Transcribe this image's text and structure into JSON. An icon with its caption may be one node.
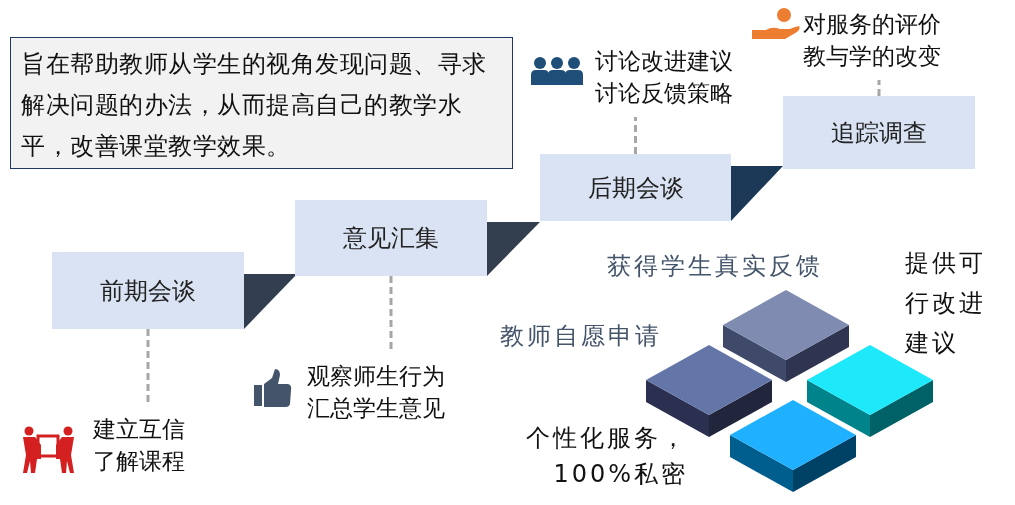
{
  "diagram": {
    "nodes": [
      {
        "text": [
          "旨在帮助教师从学生的视角发现问题、寻求解决问题的办法，从而提高自己的教学水平，改善课堂教学效果。"
        ]
      },
      {
        "text": [
          "前期会谈"
        ]
      },
      {
        "text": [
          "意见汇集"
        ]
      },
      {
        "text": [
          "后期会谈"
        ]
      },
      {
        "text": [
          "追踪调查"
        ]
      },
      {
        "text": [
          "建立互信",
          "了解课程"
        ]
      },
      {
        "text": [
          "观察师生行为",
          "汇总学生意见"
        ]
      },
      {
        "text": [
          "讨论改进建议",
          "讨论反馈策略"
        ]
      },
      {
        "text": [
          "对服务的评价",
          "教与学的改变"
        ]
      }
    ],
    "edges": [
      {
        "from": 1,
        "to": 5,
        "arrow": "none",
        "style": "dashed"
      },
      {
        "from": 2,
        "to": 6,
        "arrow": "none",
        "style": "dashed"
      },
      {
        "from": 3,
        "to": 7,
        "arrow": "none",
        "style": "dashed"
      },
      {
        "from": 4,
        "to": 8,
        "arrow": "none",
        "style": "dashed"
      }
    ],
    "labels": [
      "获得学生真实反馈",
      "教师自愿申请",
      "提供可行改进建议",
      "个性化服务，100%私密"
    ]
  }
}
